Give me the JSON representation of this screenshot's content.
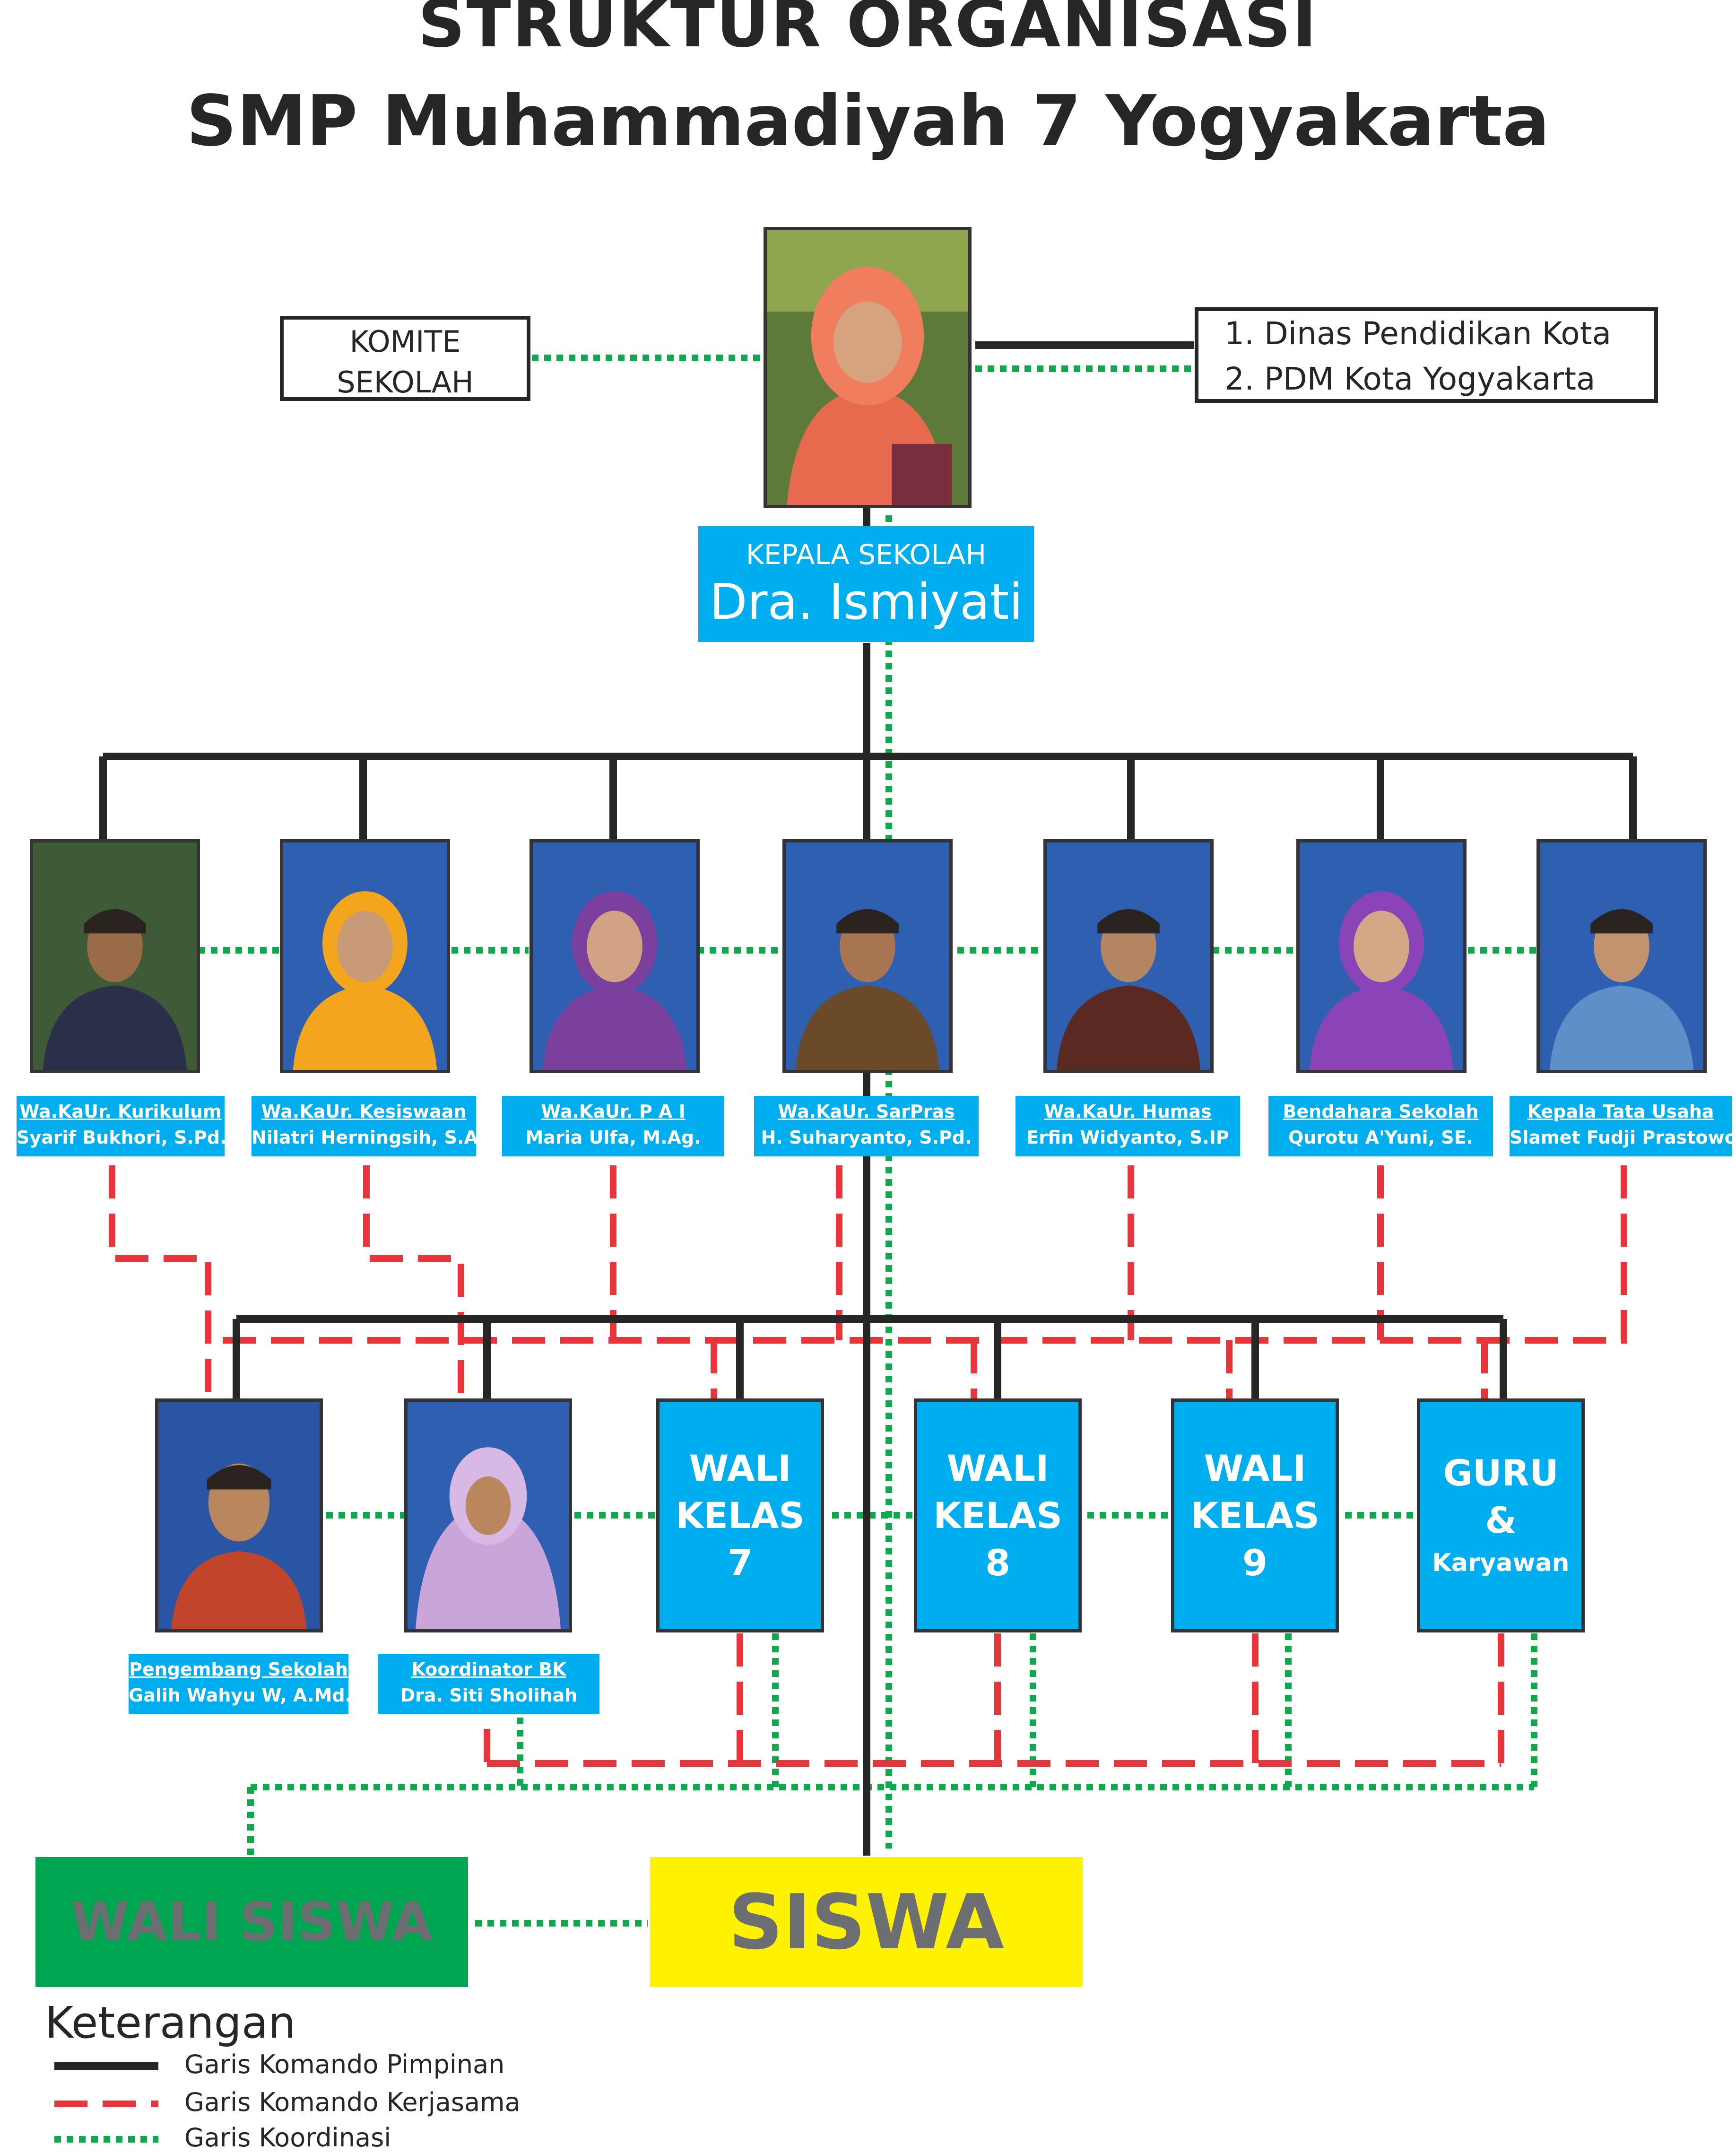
{
  "title": {
    "line1": "STRUKTUR ORGANISASI",
    "line2": "SMP Muhammadiyah 7 Yogyakarta"
  },
  "komite": {
    "line1": "KOMITE",
    "line2": "SEKOLAH"
  },
  "external": {
    "line1": "1. Dinas Pendidikan Kota",
    "line2": "2. PDM Kota Yogyakarta"
  },
  "head": {
    "role": "KEPALA SEKOLAH",
    "name": "Dra. Ismiyati"
  },
  "staff": [
    {
      "role": "Wa.KaUr. Kurikulum",
      "name": "Syarif Bukhori, S.Pd."
    },
    {
      "role": "Wa.KaUr. Kesiswaan",
      "name": "Nilatri Herningsih, S.Ag"
    },
    {
      "role": "Wa.KaUr. P A I",
      "name": "Maria Ulfa, M.Ag."
    },
    {
      "role": "Wa.KaUr. SarPras",
      "name": "H. Suharyanto, S.Pd."
    },
    {
      "role": "Wa.KaUr. Humas",
      "name": "Erfin Widyanto, S.IP"
    },
    {
      "role": "Bendahara Sekolah",
      "name": "Qurotu A'Yuni, SE."
    },
    {
      "role": "Kepala Tata Usaha",
      "name": "Slamet Fudji Prastowo"
    }
  ],
  "lower": [
    {
      "role": "Pengembang Sekolah",
      "name": "Galih Wahyu W, A.Md."
    },
    {
      "role": "Koordinator BK",
      "name": "Dra. Siti Sholihah"
    }
  ],
  "wali": [
    {
      "line1": "WALI",
      "line2": "KELAS",
      "line3": "7"
    },
    {
      "line1": "WALI",
      "line2": "KELAS",
      "line3": "8"
    },
    {
      "line1": "WALI",
      "line2": "KELAS",
      "line3": "9"
    }
  ],
  "guru": {
    "line1": "GURU",
    "line2": "&",
    "line3": "Karyawan"
  },
  "wali_siswa": "WALI SISWA",
  "siswa": "SISWA",
  "legend": {
    "title": "Keterangan",
    "items": [
      {
        "label": "Garis Komando Pimpinan",
        "color": "#262626",
        "style": "solid"
      },
      {
        "label": "Garis Komando Kerjasama",
        "color": "#e8343b",
        "style": "solid"
      },
      {
        "label": "Garis Koordinasi",
        "color": "#0fa84a",
        "style": "dotted"
      }
    ]
  },
  "colors": {
    "command": "#262626",
    "cooperation": "#e8343b",
    "coordination": "#0fa84a",
    "caption_blue": "#00aeef",
    "wali_siswa_green": "#00a551",
    "siswa_yellow": "#fff200",
    "label_gray": "#6d6e71"
  }
}
